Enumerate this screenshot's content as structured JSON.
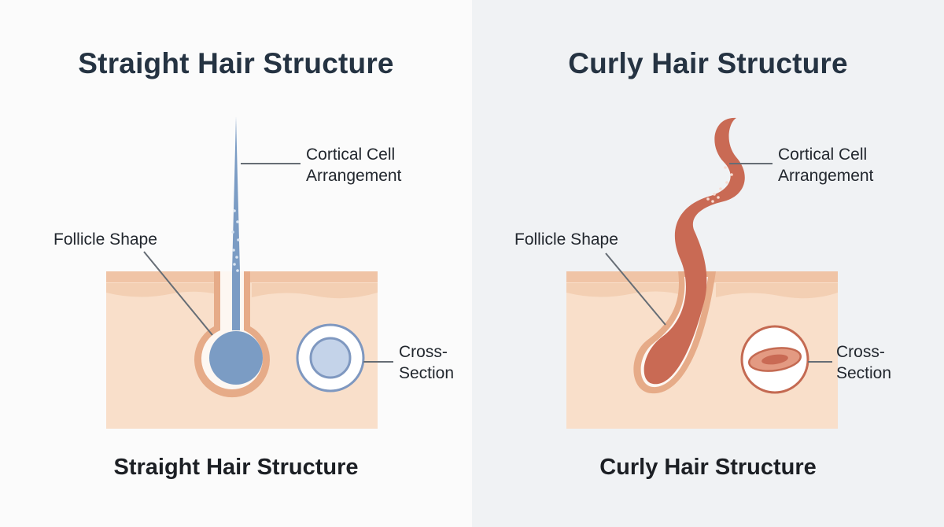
{
  "panels": [
    {
      "title": "Straight Hair Structure",
      "caption": "Straight Hair Structure",
      "labels": {
        "cortical_line1": "Cortical Cell",
        "cortical_line2": "Arrangement",
        "follicle": "Follicle Shape",
        "cross_line1": "Cross-",
        "cross_line2": "Section"
      },
      "hair_color": "#7b9cc4"
    },
    {
      "title": "Curly Hair Structure",
      "caption": "Curly Hair Structure",
      "labels": {
        "cortical_line1": "Cortical Cell",
        "cortical_line2": "Arrangement",
        "follicle": "Follicle Shape",
        "cross_line1": "Cross-",
        "cross_line2": "Section"
      },
      "hair_color": "#c96a54"
    }
  ],
  "colors": {
    "skin_light": "#f9dfca",
    "skin_top": "#f0c4a6",
    "skin_edge": "#e8b292",
    "leader_line": "#666d75"
  }
}
